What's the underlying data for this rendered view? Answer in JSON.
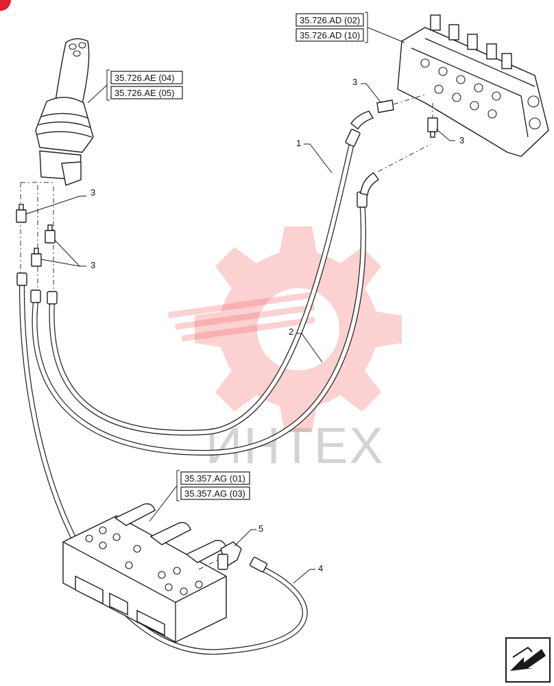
{
  "diagram": {
    "refs": {
      "joystick": [
        "35.726.AE (04)",
        "35.726.AE (05)"
      ],
      "control_valve": [
        "35.726.AD (02)",
        "35.726.AD (10)"
      ],
      "valve_block": [
        "35.357.AG (01)",
        "35.357.AG (03)"
      ]
    },
    "callouts": {
      "hose_1": "1",
      "hose_2": "2",
      "fitting_3": "3",
      "hose_4": "4",
      "fitting_5": "5"
    },
    "watermark": "ИНТЕХ",
    "colors": {
      "line": "#1a1a1a",
      "watermark": "#f05a5a",
      "corner_badge": "#e0202e"
    },
    "icons": {
      "nav_arrow": "next-page-arrow-icon"
    }
  }
}
